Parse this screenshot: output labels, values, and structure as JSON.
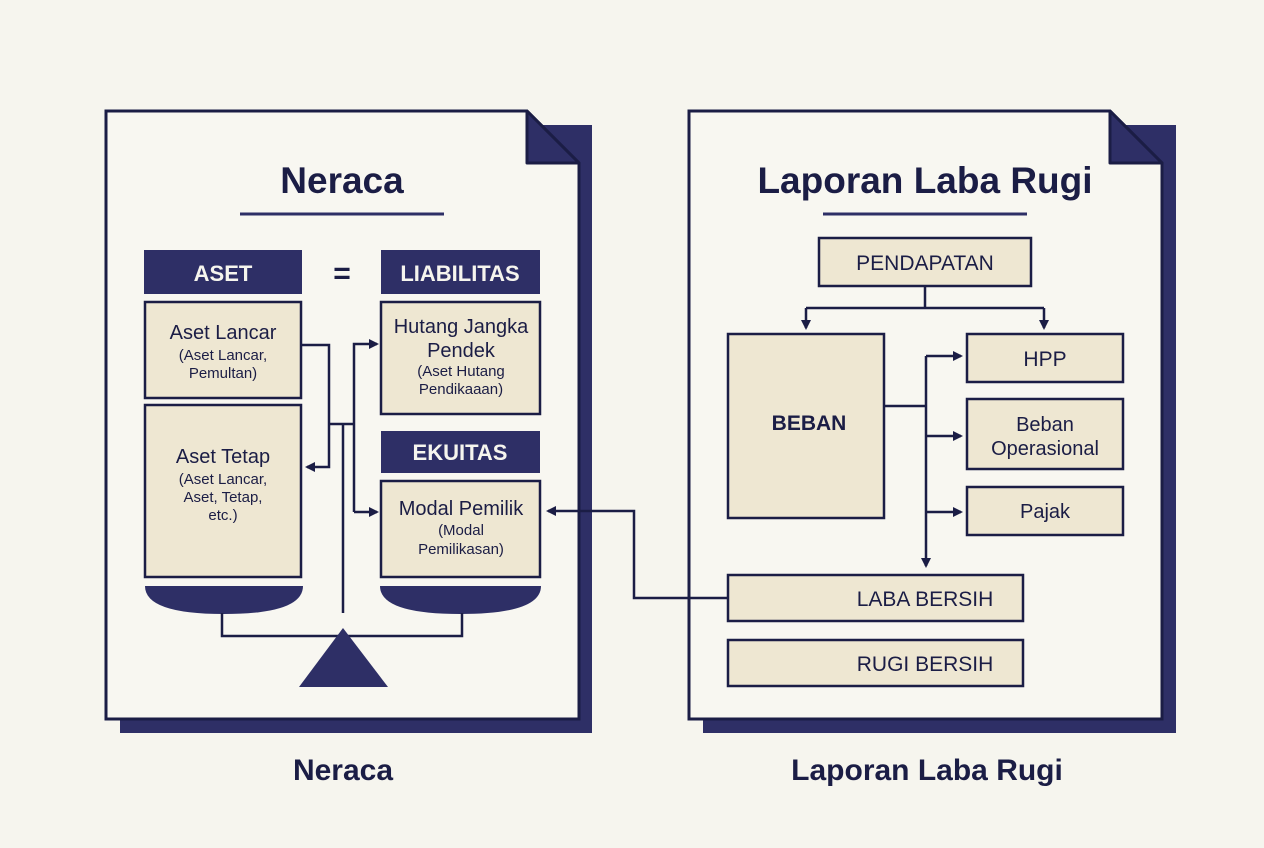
{
  "colors": {
    "background": "#f6f5ee",
    "navy": "#2e2f66",
    "ink": "#1b1d45",
    "box_fill": "#eee7d2"
  },
  "balance_sheet": {
    "title": "Neraca",
    "caption": "Neraca",
    "aset_header": "ASET",
    "equals": "=",
    "liabilitas_header": "LIABILITAS",
    "ekuitas_header": "EKUITAS",
    "aset_lancar": {
      "title": "Aset Lancar",
      "sub1": "(Aset Lancar,",
      "sub2": "Pemultan)"
    },
    "aset_tetap": {
      "title": "Aset Tetap",
      "sub1": "(Aset Lancar,",
      "sub2": "Aset, Tetap,",
      "sub3": "etc.)"
    },
    "hutang": {
      "title1": "Hutang Jangka",
      "title2": "Pendek",
      "sub1": "(Aset Hutang",
      "sub2": "Pendikaaan)"
    },
    "modal": {
      "title": "Modal Pemilik",
      "sub1": "(Modal",
      "sub2": "Pemilikasan)"
    }
  },
  "income_statement": {
    "title": "Laporan Laba Rugi",
    "caption": "Laporan Laba Rugi",
    "pendapatan": "PENDAPATAN",
    "beban": "BEBAN",
    "hpp": "HPP",
    "beban_operasional_1": "Beban",
    "beban_operasional_2": "Operasional",
    "pajak": "Pajak",
    "laba_bersih": "LABA BERSIH",
    "rugi_bersih": "RUGI BERSIH"
  }
}
